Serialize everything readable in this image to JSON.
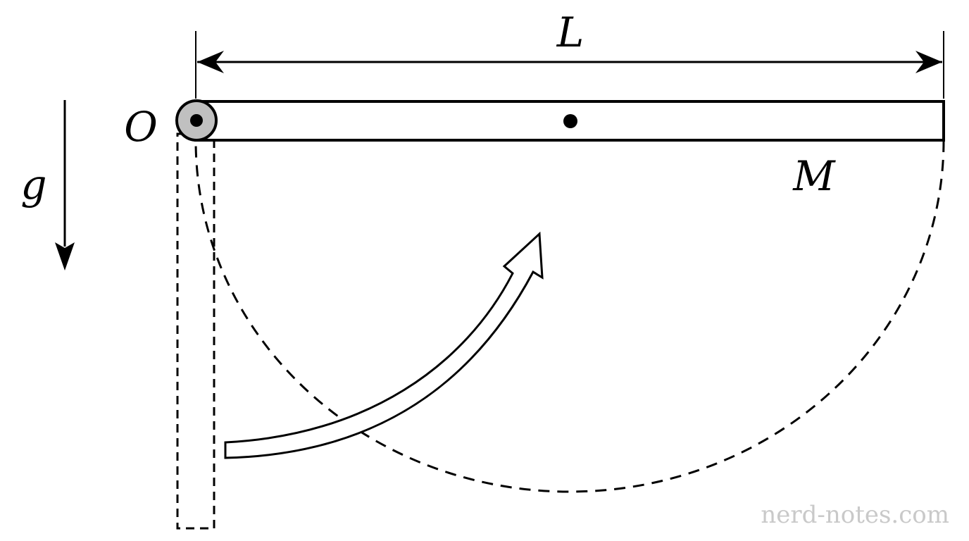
{
  "labels": {
    "length": "L",
    "pivot": "O",
    "gravity": "g",
    "mass": "M"
  },
  "watermark": "nerd-notes.com",
  "colors": {
    "ink": "#000000",
    "pivot_fill": "#c0c0c0",
    "watermark": "#c9c9c9",
    "background": "#ffffff"
  }
}
